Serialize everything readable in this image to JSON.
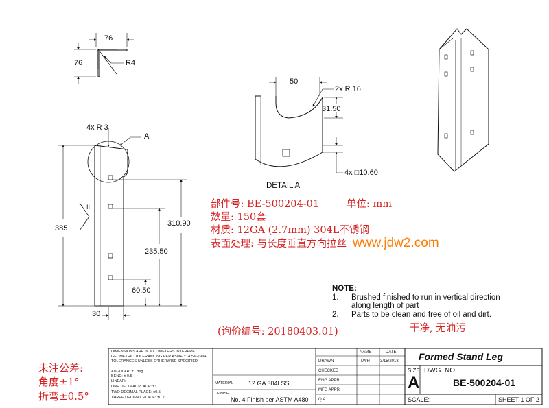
{
  "top_profile": {
    "dim_w": "76",
    "dim_h": "76",
    "radius": "R4"
  },
  "detail": {
    "dim_50": "50",
    "radius": "2x R 16",
    "dim_31": "31.50",
    "holes": "4x □10.60",
    "title": "DETAIL A"
  },
  "main_view": {
    "radius": "4x R 3",
    "detail_ref": "A",
    "dim_385": "385",
    "dim_310": "310.90",
    "dim_235": "235.50",
    "dim_60": "60.50",
    "dim_30": "30",
    "section_ref": "II"
  },
  "spec_cn": {
    "part_no": "部件号: BE-500204-01",
    "unit": "单位: mm",
    "qty": "数量: 150套",
    "material": "材质: 12GA (2.7mm) 304L不锈钢",
    "surface": "表面处理: 与长度垂直方向拉丝"
  },
  "watermark": "www.jdw2.com",
  "notes": {
    "heading": "NOTE:",
    "items": [
      {
        "num": "1.",
        "line1": "Brushed finished to run in vertical direction",
        "line2": "along length of part"
      },
      {
        "num": "2.",
        "line1": "Parts to be clean and free of oil and dirt."
      }
    ]
  },
  "clean_cn": "干净, 无油污",
  "inquiry": "(询价编号: 20180403.01)",
  "tolerance_cn": {
    "title": "未注公差:",
    "angle": "角度±1°",
    "bend": "折弯±0.5°"
  },
  "title_block": {
    "tol_lines": [
      "DIMENSIONS ARE IN MILLIMETERS INTERPRET",
      "GEOMETRIC TOLERANCING PER ASME Y14.5M-1994",
      "TOLERANCES UNLESS OTHERWISE SPECIFIED:",
      "",
      "ANGULAR: ±1 deg",
      "BEND: ± 0.5",
      "LINEAR:",
      "ONE DECIMAL PLACE: ±1",
      "TWO DECIMAL PLACE: ±0.5",
      "THREE DECIMAL PLACE: ±0.2"
    ],
    "material_label": "MATERIAL",
    "material_value": "12 GA 304LSS",
    "finish_label": "FINISH",
    "finish_value": "No. 4 Finish per ASTM A480",
    "col_name": "NAME",
    "col_date": "DATE",
    "rows": [
      {
        "label": "DRAWN",
        "name": "LWH",
        "date": "3/15/2018"
      },
      {
        "label": "CHECKED",
        "name": "",
        "date": ""
      },
      {
        "label": "ENG APPR.",
        "name": "",
        "date": ""
      },
      {
        "label": "MFG APPR.",
        "name": "",
        "date": ""
      },
      {
        "label": "Q.A.",
        "name": "",
        "date": ""
      }
    ],
    "title": "Formed Stand Leg",
    "size_label": "SIZE",
    "size": "A",
    "dwg_label": "DWG. NO.",
    "dwg_no": "BE-500204-01",
    "scale_label": "SCALE:",
    "sheet": "SHEET 1 OF 2"
  }
}
